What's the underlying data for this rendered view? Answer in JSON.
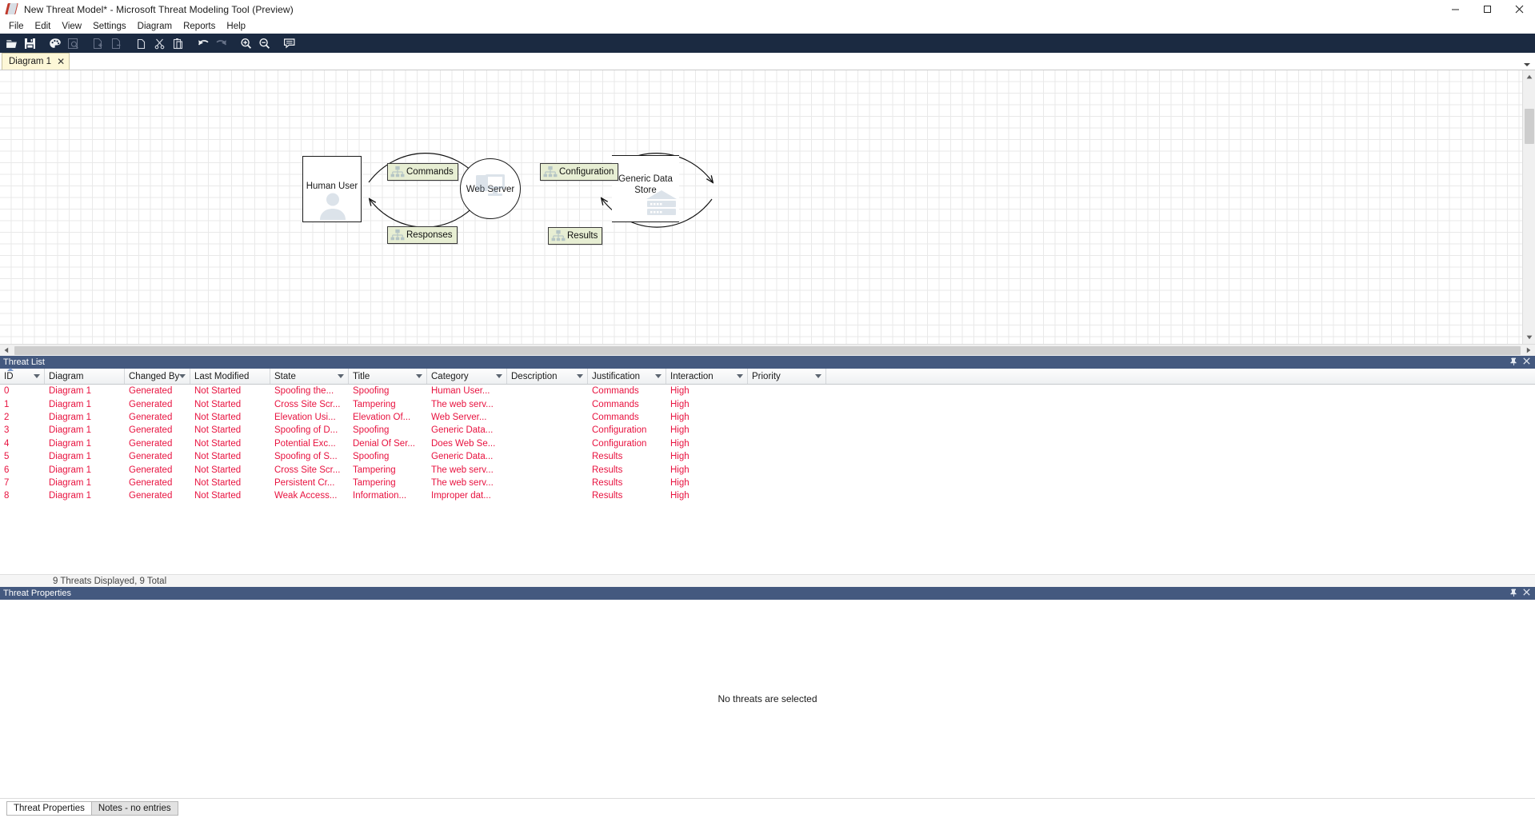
{
  "window": {
    "title": "New Threat Model* - Microsoft Threat Modeling Tool  (Preview)",
    "minimize": "—",
    "maximize": "❐",
    "close": "✕"
  },
  "menubar": {
    "items": [
      "File",
      "Edit",
      "View",
      "Settings",
      "Diagram",
      "Reports",
      "Help"
    ]
  },
  "toolbar": {
    "items": [
      {
        "name": "open-icon",
        "title": "Open"
      },
      {
        "name": "save-icon",
        "title": "Save"
      },
      {
        "name": "palette-icon",
        "title": "Template"
      },
      {
        "name": "report-preview-icon",
        "title": "Preview Report"
      },
      {
        "name": "add-diagram-icon",
        "title": "Add Diagram"
      },
      {
        "name": "remove-diagram-icon",
        "title": "Remove Diagram"
      },
      {
        "name": "copy-page-icon",
        "title": "Copy"
      },
      {
        "name": "cut-icon",
        "title": "Cut"
      },
      {
        "name": "paste-icon",
        "title": "Paste"
      },
      {
        "name": "undo-icon",
        "title": "Undo"
      },
      {
        "name": "redo-icon",
        "title": "Redo"
      },
      {
        "name": "zoom-in-icon",
        "title": "Zoom In"
      },
      {
        "name": "zoom-out-icon",
        "title": "Zoom Out"
      },
      {
        "name": "comment-icon",
        "title": "Comment"
      }
    ]
  },
  "tabstrip": {
    "tab_label": "Diagram 1",
    "close_glyph": "✕"
  },
  "diagram": {
    "nodes": [
      {
        "id": "human-user",
        "label": "Human User",
        "type": "external-entity"
      },
      {
        "id": "web-server",
        "label": "Web Server",
        "type": "process"
      },
      {
        "id": "generic-data-store",
        "label": "Generic Data\nStore",
        "label_line1": "Generic Data",
        "label_line2": "Store",
        "type": "data-store"
      }
    ],
    "flows": [
      {
        "id": "commands",
        "label": "Commands"
      },
      {
        "id": "responses",
        "label": "Responses"
      },
      {
        "id": "configuration",
        "label": "Configuration"
      },
      {
        "id": "results",
        "label": "Results"
      }
    ]
  },
  "threat_list": {
    "panel_title": "Threat List",
    "pin_glyph": "📌",
    "close_glyph": "✕",
    "columns": [
      {
        "label": "ID",
        "width": 50,
        "sorted": true
      },
      {
        "label": "Diagram",
        "width": 100
      },
      {
        "label": "Changed By",
        "width": 80
      },
      {
        "label": "Last Modified",
        "width": 80
      },
      {
        "label": "State",
        "width": 80
      },
      {
        "label": "Title",
        "width": 80
      },
      {
        "label": "Category",
        "width": 80
      },
      {
        "label": "Description",
        "width": 80
      },
      {
        "label": "Justification",
        "width": 80
      },
      {
        "label": "Interaction",
        "width": 80
      },
      {
        "label": "Priority",
        "width": 80
      }
    ],
    "rows": [
      {
        "id": "0",
        "diagram": "Diagram 1",
        "changed_by": "Generated",
        "last_modified": "Not Started",
        "state": "Spoofing the...",
        "title": "Spoofing",
        "category": "Human User...",
        "description": "",
        "justification": "Commands",
        "interaction": "High",
        "priority": ""
      },
      {
        "id": "1",
        "diagram": "Diagram 1",
        "changed_by": "Generated",
        "last_modified": "Not Started",
        "state": "Cross Site Scr...",
        "title": "Tampering",
        "category": "The web serv...",
        "description": "",
        "justification": "Commands",
        "interaction": "High",
        "priority": ""
      },
      {
        "id": "2",
        "diagram": "Diagram 1",
        "changed_by": "Generated",
        "last_modified": "Not Started",
        "state": "Elevation Usi...",
        "title": "Elevation Of...",
        "category": "Web Server...",
        "description": "",
        "justification": "Commands",
        "interaction": "High",
        "priority": ""
      },
      {
        "id": "3",
        "diagram": "Diagram 1",
        "changed_by": "Generated",
        "last_modified": "Not Started",
        "state": "Spoofing of D...",
        "title": "Spoofing",
        "category": "Generic Data...",
        "description": "",
        "justification": "Configuration",
        "interaction": "High",
        "priority": ""
      },
      {
        "id": "4",
        "diagram": "Diagram 1",
        "changed_by": "Generated",
        "last_modified": "Not Started",
        "state": "Potential Exc...",
        "title": "Denial Of Ser...",
        "category": "Does Web Se...",
        "description": "",
        "justification": "Configuration",
        "interaction": "High",
        "priority": ""
      },
      {
        "id": "5",
        "diagram": "Diagram 1",
        "changed_by": "Generated",
        "last_modified": "Not Started",
        "state": "Spoofing of S...",
        "title": "Spoofing",
        "category": "Generic Data...",
        "description": "",
        "justification": "Results",
        "interaction": "High",
        "priority": ""
      },
      {
        "id": "6",
        "diagram": "Diagram 1",
        "changed_by": "Generated",
        "last_modified": "Not Started",
        "state": "Cross Site Scr...",
        "title": "Tampering",
        "category": "The web serv...",
        "description": "",
        "justification": "Results",
        "interaction": "High",
        "priority": ""
      },
      {
        "id": "7",
        "diagram": "Diagram 1",
        "changed_by": "Generated",
        "last_modified": "Not Started",
        "state": "Persistent Cr...",
        "title": "Tampering",
        "category": "The web serv...",
        "description": "",
        "justification": "Results",
        "interaction": "High",
        "priority": ""
      },
      {
        "id": "8",
        "diagram": "Diagram 1",
        "changed_by": "Generated",
        "last_modified": "Not Started",
        "state": "Weak Access...",
        "title": "Information...",
        "category": "Improper dat...",
        "description": "",
        "justification": "Results",
        "interaction": "High",
        "priority": ""
      }
    ],
    "status": "9 Threats Displayed, 9 Total"
  },
  "threat_properties": {
    "panel_title": "Threat Properties",
    "pin_glyph": "📌",
    "close_glyph": "✕",
    "empty_message": "No threats are selected",
    "tabs": [
      {
        "label": "Threat Properties",
        "active": true
      },
      {
        "label": "Notes - no entries",
        "active": false
      }
    ]
  },
  "colors": {
    "titlebar_accent": "#1b2a41",
    "panel_header": "#44597f",
    "threat_text": "#e8123f",
    "flow_label_bg": "#e7eed3",
    "tab_bg": "#fdf7d7"
  }
}
